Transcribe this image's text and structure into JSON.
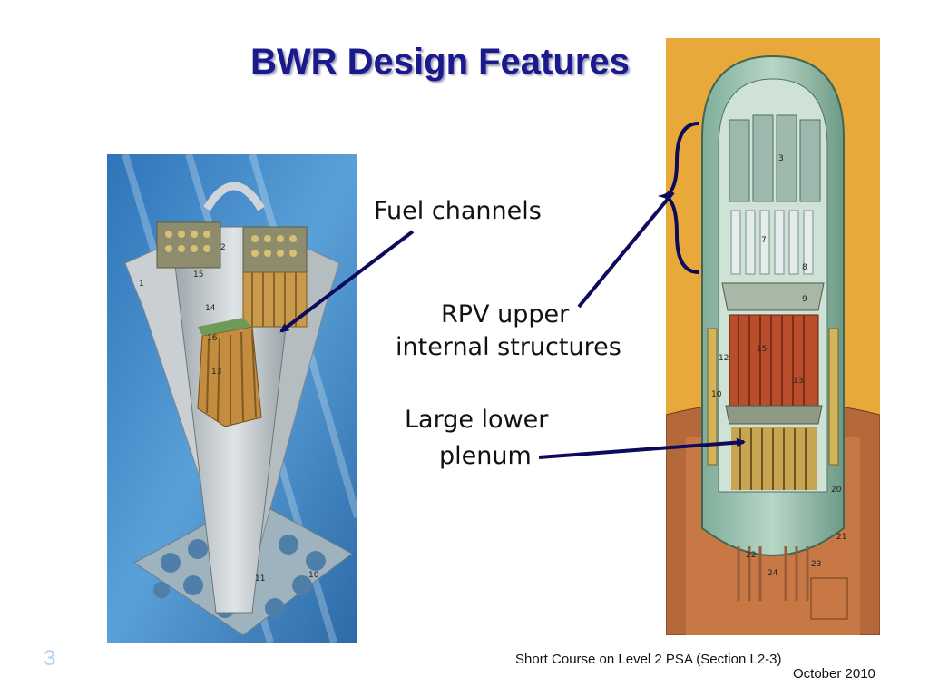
{
  "slide": {
    "title": "BWR Design Features",
    "labels": {
      "fuel_channels": "Fuel channels",
      "rpv_line1": "RPV upper",
      "rpv_line2": "internal structures",
      "lower_line1": "Large lower",
      "lower_line2": "plenum"
    },
    "slide_number": "3",
    "footer_course": "Short Course on Level 2 PSA  (Section L2-3)",
    "footer_date": "October 2010"
  },
  "figures": {
    "left_callouts": [
      "1",
      "2",
      "15",
      "14",
      "16",
      "13",
      "11",
      "10"
    ],
    "right_callouts": [
      "3",
      "7",
      "8",
      "9",
      "15",
      "12",
      "13",
      "10",
      "20",
      "21",
      "22",
      "24",
      "23"
    ]
  },
  "colors": {
    "title": "#1a1a8c",
    "arrow": "#0d0a5c",
    "left_background": "#3f86c4",
    "right_background": "#e9a93a"
  }
}
